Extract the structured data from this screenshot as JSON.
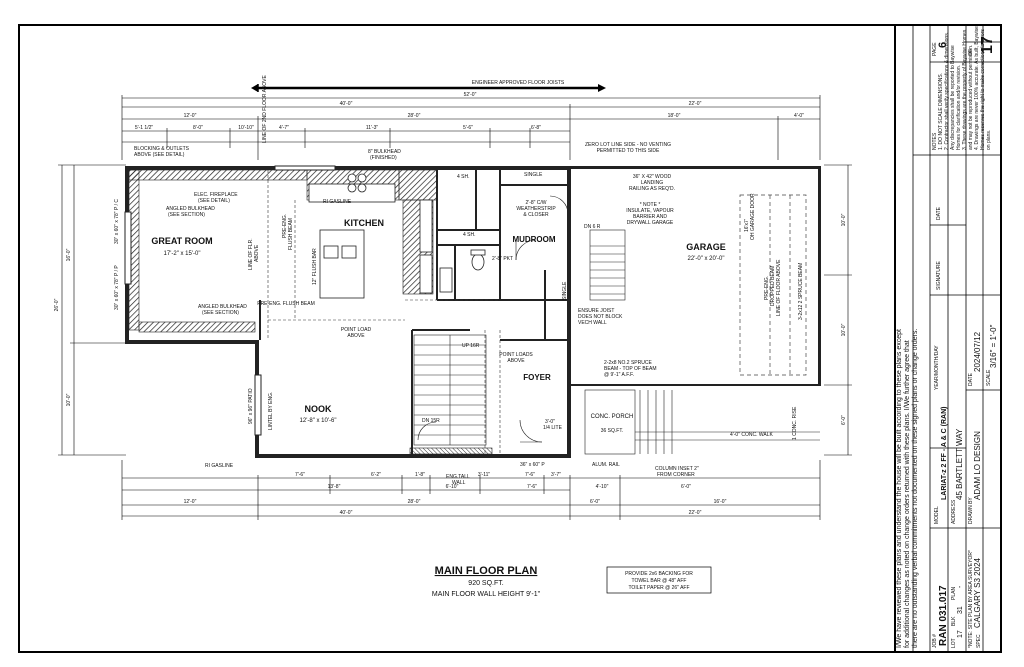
{
  "header": {
    "engineer_note": "ENGINEER APPROVED FLOOR JOISTS",
    "zero_lot_note_1": "ZERO LOT LINE SIDE - NO VENTING",
    "zero_lot_note_2": "PERMITTED TO THIS SIDE"
  },
  "rooms": {
    "great_room": {
      "name": "GREAT ROOM",
      "size": "17'-2\" x 15'-0\""
    },
    "kitchen": {
      "name": "KITCHEN"
    },
    "mudroom": {
      "name": "MUDROOM"
    },
    "garage": {
      "name": "GARAGE",
      "size": "22'-0\" x 20'-0\""
    },
    "nook": {
      "name": "NOOK",
      "size": "12'-8\" x 10'-6\""
    },
    "foyer": {
      "name": "FOYER"
    },
    "porch": {
      "name": "CONC. PORCH",
      "size": "36 SQ.FT."
    }
  },
  "dimensions": {
    "top_overall": "52'-0\"",
    "top_house": "40'-0\"",
    "top_garage": "22'-0\"",
    "top_segments": [
      "12'-0\"",
      "28'-0\"",
      "18'-0\"",
      "4'-0\""
    ],
    "top_details": [
      "5'-1 1/2\"",
      "8'-0\"",
      "10'-10\"",
      "4'-7\"",
      "11'-3\"",
      "5'-6\"",
      "6'-8\""
    ],
    "bottom_segments": [
      "12'-0\"",
      "28'-0\"",
      "6'-0\"",
      "16'-0\""
    ],
    "bottom_house": "40'-0\"",
    "bottom_garage": "22'-0\"",
    "bottom_details": [
      "7'-6\"",
      "6'-2\"",
      "1'-8\"",
      "3'-11\"",
      "7'-6\"",
      "3'-7\"",
      "4'-10\"",
      "6'-0\""
    ],
    "bottom_details_2": [
      "13'-8\"",
      "6'-10\"",
      "7'-6\""
    ],
    "left_overall": "26'-0\"",
    "left_segments": [
      "16'-0\"",
      "10'-0\""
    ],
    "right_segments": [
      "10'-0\"",
      "10'-0\"",
      "6'-0\""
    ]
  },
  "labels": {
    "blocking": "BLOCKING & OUTLETS",
    "blocking_2": "ABOVE (SEE DETAIL)",
    "line_of_floor_above": "LINE OF 2ND FLOOR ABOVE",
    "bulkhead": "8\" BULKHEAD",
    "bulkhead_2": "(FINISHED)",
    "elec_fireplace": "ELEC. FIREPLACE",
    "elec_fireplace_2": "(SEE DETAIL)",
    "angled_bulkhead": "ANGLED BULKHEAD",
    "angled_bulkhead_2": "(SEE SECTION)",
    "angled_bulkhead_b": "ANGLED BULKHEAD",
    "angled_bulkhead_b2": "(SEE SECTION)",
    "ri_gasline": "RI GASLINE",
    "ri_gasline_2": "RI GASLINE",
    "four_sh": "4 SH.",
    "four_sh_2": "4 SH.",
    "single": "SINGLE",
    "single_2": "SINGLE",
    "weatherstrip": "2'-8\" C/W",
    "weatherstrip_2": "WEATHERSTRIP",
    "weatherstrip_3": "& CLOSER",
    "landing": "36\" X 42\" WOOD",
    "landing_2": "LANDING",
    "landing_3": "RAILING AS REQ'D.",
    "note_title": "* NOTE *",
    "note_1": "INSULATE, VAPOUR",
    "note_2": "BARRIER AND",
    "note_3": "DRYWALL GARAGE",
    "pre_eng_beam": "PRE-ENG. FLUSH BEAM",
    "pre_eng_beam_2": "PRE-ENG.",
    "pre_eng_beam_3": "FLUSH BEAM",
    "point_load": "POINT LOAD",
    "point_load_2": "ABOVE",
    "point_load_3": "POINT LOADS",
    "point_load_4": "ABOVE",
    "up_stairs": "UP 16R",
    "dn_stairs": "DN 15R",
    "dn_6r": "DN 6 R",
    "ensure_joist": "ENSURE JOIST",
    "ensure_joist_2": "DOES NOT BLOCK",
    "ensure_joist_3": "VECH WALL",
    "spruce_beam": "2-2x8 NO.2 SPRUCE",
    "spruce_beam_2": "BEAM - TOP OF BEAM",
    "spruce_beam_3": "@ 9'-1\" A.F.F.",
    "garage_door": "16'x7'",
    "garage_door_2": "OH GARAGE DOOR",
    "pre_eng_girder": "PRE-ENG.",
    "pre_eng_girder_2": "DROPPED BEAM",
    "line_of_floor_above_2": "LINE OF FLOOR ABOVE",
    "spruce_beam_side": "3-2x12 2 SPRUCE BEAM",
    "patio": "96\" x 96\" PATIO",
    "lintel": "LINTEL BY ENG.",
    "eng_tall_wall": "ENG.TALL",
    "eng_tall_wall_2": "WALL",
    "front_door": "36\" x 60\" P",
    "lite": "3'-0\"",
    "lite_2": "1/4 LITE",
    "alum_rail": "ALUM. RAIL",
    "column": "COLUMN INSET 2\"",
    "column_2": "FROM CORNER",
    "conc_walk": "4'-0\" CONC. WALK",
    "conc_rise": "1 CONC. RISE",
    "window_1": "30\" x 60\" x 78\" P / C",
    "window_2": "30\" x 60\" x 78\" P / P",
    "line_of_flr": "LINE OF FLR.",
    "line_of_flr_2": "ABOVE",
    "ped_door": "2'-8\" PKT",
    "bar_12": "12\" FLUSH BAR"
  },
  "plan": {
    "title": "MAIN FLOOR PLAN",
    "area": "920 SQ.FT.",
    "wall_height": "MAIN FLOOR WALL HEIGHT 9'-1\""
  },
  "backing_note": {
    "line1": "PROVIDE 2x6 BACKING FOR",
    "line2": "TOWEL BAR @ 48\" AFF",
    "line3": "TOILET PAPER @ 26\" AFF"
  },
  "title_block": {
    "disclaimer_1": "I/We have reviewed these plans and understand the house will be built according to these plans except",
    "disclaimer_2": "for additional changes as noted on change orders returned with these plans. I/We further agree that",
    "disclaimer_3": "there are no outstanding verbal commitments not documented on these signed plans or change orders.",
    "job_label": "JOB #",
    "job_value": "RAN 031.017",
    "lot_label": "LOT",
    "lot_value": "17",
    "blk_label": "BLK",
    "blk_value": "31",
    "plan_label": "PLAN",
    "plan_value": "-",
    "site_note": "*NOTE: SITE PLAN BY AREA SURVEYOR*",
    "spec_label": "SPEC",
    "spec_value": "CALGARY S3 2024",
    "model_label": "MODEL",
    "model_value": "LARIAT-z 2 FF - A & C (RAN)",
    "address_label": "ADDRESS",
    "address_value": "45 BARTLETT WAY",
    "drawn_label": "DRAWN BY",
    "drawn_value": "ADAM LO DESIGN",
    "date_label": "DATE",
    "date_value": "2024/07/12",
    "date_heading": "YEAR/MONTH/DAY",
    "scale_label": "SCALE",
    "scale_value": "3/16\" = 1'-0\"",
    "signature_label": "SIGNATURE",
    "date2_label": "DATE",
    "notes_heading": "NOTES",
    "notes": [
      "1. DO NOT SCALE DIMENSIONS.",
      "2. Contractor shall verify specifications & dimensions.",
      "   Any discrepancies shall be reported to Baywise",
      "   Homes for clarification and/or revision.",
      "3. These drawings are the property of Baywise Homes",
      "   and may not be reproduced without permission.",
      "4. Drawings are never 100% accurate. As built, Baywise",
      "   Homes reserves the right to make corrections to errors",
      "   on plans."
    ],
    "page_label": "PAGE",
    "page_value": "6",
    "of_label": "OF",
    "of_value": "17"
  }
}
